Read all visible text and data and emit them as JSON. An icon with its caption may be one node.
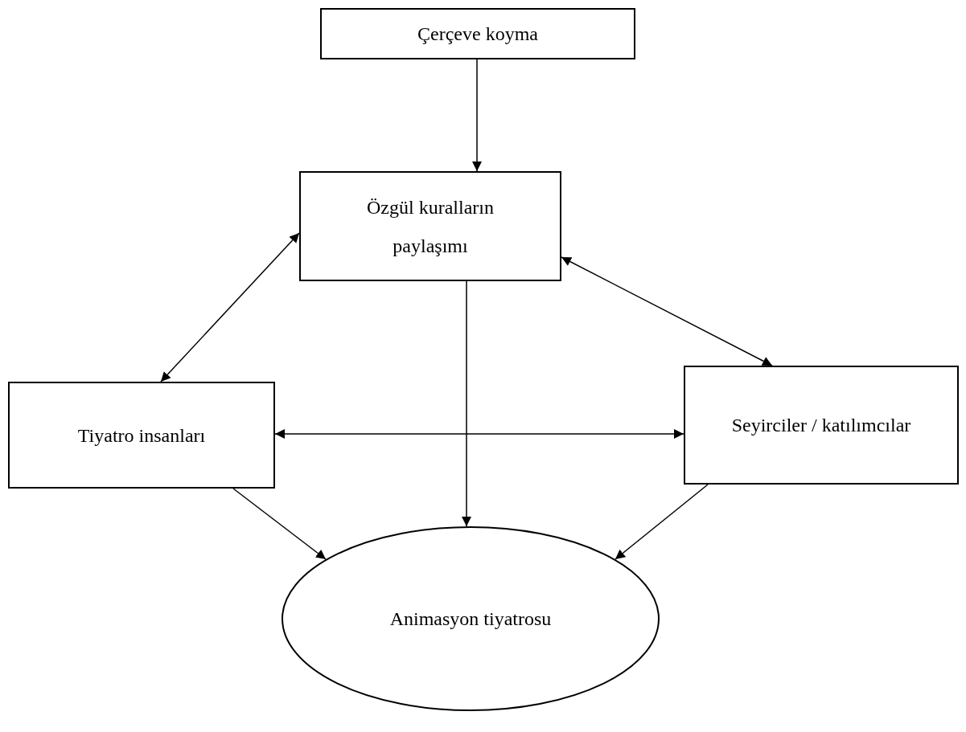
{
  "diagram": {
    "nodes": [
      {
        "text": [
          "Çerçeve koyma"
        ]
      },
      {
        "text": [
          "Özgül kuralların paylaşımı"
        ]
      },
      {
        "text": [
          "Tiyatro insanları"
        ]
      },
      {
        "text": [
          "Seyirciler / katılımcılar"
        ]
      },
      {
        "text": [
          "Animasyon tiyatrosu"
        ]
      }
    ],
    "edges": [
      {
        "from": 0,
        "to": 1,
        "arrow": "to"
      },
      {
        "from": 1,
        "to": 2,
        "arrow": "both"
      },
      {
        "from": 1,
        "to": 3,
        "arrow": "both"
      },
      {
        "from": 2,
        "to": 3,
        "arrow": "both"
      },
      {
        "from": 1,
        "to": 4,
        "arrow": "to"
      },
      {
        "from": 2,
        "to": 4,
        "arrow": "to"
      },
      {
        "from": 3,
        "to": 4,
        "arrow": "to"
      }
    ]
  }
}
